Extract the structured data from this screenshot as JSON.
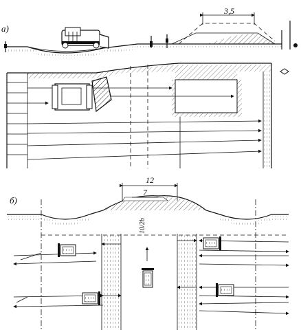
{
  "labels": {
    "part_a": "а)",
    "part_b": "б)"
  },
  "dimensions": {
    "top_width": "3,5",
    "outer_width": "12",
    "inner_width": "7",
    "lane_spacing": "10/2b"
  }
}
